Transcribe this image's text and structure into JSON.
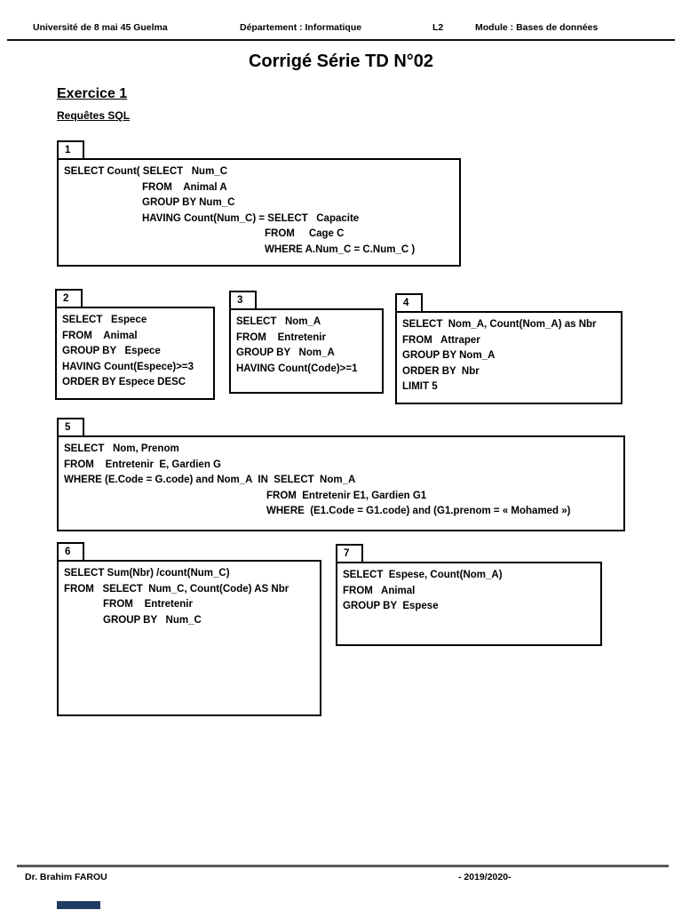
{
  "header": {
    "university": "Université de 8 mai 45 Guelma",
    "department": "Département : Informatique",
    "level": "L2",
    "module": "Module : Bases de données"
  },
  "title": "Corrigé Série TD N°02",
  "exercise": {
    "heading": "Exercice 1",
    "subheading": "Requêtes SQL"
  },
  "queries": [
    {
      "number": "1",
      "lines": [
        {
          "text": "SELECT Count( SELECT   Num_C",
          "indent": 0
        },
        {
          "text": "FROM    Animal A",
          "indent": 88
        },
        {
          "text": "GROUP BY Num_C",
          "indent": 88
        },
        {
          "text": "HAVING Count(Num_C) = SELECT   Capacite",
          "indent": 88
        },
        {
          "text": "FROM     Cage C",
          "indent": 226
        },
        {
          "text": "WHERE A.Num_C = C.Num_C )",
          "indent": 226
        }
      ]
    },
    {
      "number": "2",
      "lines": [
        {
          "text": "SELECT   Espece",
          "indent": 0
        },
        {
          "text": "FROM    Animal",
          "indent": 0
        },
        {
          "text": "GROUP BY   Espece",
          "indent": 0
        },
        {
          "text": "HAVING Count(Espece)>=3",
          "indent": 0
        },
        {
          "text": "ORDER BY Espece DESC",
          "indent": 0
        }
      ]
    },
    {
      "number": "3",
      "lines": [
        {
          "text": "SELECT   Nom_A",
          "indent": 0
        },
        {
          "text": "FROM    Entretenir",
          "indent": 0
        },
        {
          "text": "GROUP BY   Nom_A",
          "indent": 0
        },
        {
          "text": "HAVING Count(Code)>=1",
          "indent": 0
        }
      ]
    },
    {
      "number": "4",
      "lines": [
        {
          "text": "SELECT  Nom_A, Count(Nom_A) as Nbr",
          "indent": 0
        },
        {
          "text": "FROM   Attraper",
          "indent": 0
        },
        {
          "text": "GROUP BY Nom_A",
          "indent": 0
        },
        {
          "text": "ORDER BY  Nbr",
          "indent": 0
        },
        {
          "text": "LIMIT 5",
          "indent": 0
        }
      ]
    },
    {
      "number": "5",
      "lines": [
        {
          "text": "SELECT   Nom, Prenom",
          "indent": 0
        },
        {
          "text": "FROM    Entretenir  E, Gardien G",
          "indent": 0
        },
        {
          "text": "WHERE (E.Code = G.code) and Nom_A  IN  SELECT  Nom_A",
          "indent": 0
        },
        {
          "text": "FROM  Entretenir E1, Gardien G1",
          "indent": 228
        },
        {
          "text": "WHERE  (E1.Code = G1.code) and (G1.prenom = « Mohamed »)",
          "indent": 228
        }
      ]
    },
    {
      "number": "6",
      "lines": [
        {
          "text": "SELECT Sum(Nbr) /count(Num_C)",
          "indent": 0
        },
        {
          "text": "FROM   SELECT  Num_C, Count(Code) AS Nbr",
          "indent": 0
        },
        {
          "text": "FROM    Entretenir",
          "indent": 44
        },
        {
          "text": "GROUP BY   Num_C",
          "indent": 44
        }
      ]
    },
    {
      "number": "7",
      "lines": [
        {
          "text": "SELECT  Espese, Count(Nom_A)",
          "indent": 0
        },
        {
          "text": "FROM   Animal",
          "indent": 0
        },
        {
          "text": "GROUP BY  Espese",
          "indent": 0
        }
      ]
    }
  ],
  "footer": {
    "author": "Dr. Brahim FAROU",
    "year": "- 2019/2020-"
  },
  "colors": {
    "accent_bar": "#1f3a63",
    "footer_rule": "#595959",
    "header_rule": "#111111"
  }
}
